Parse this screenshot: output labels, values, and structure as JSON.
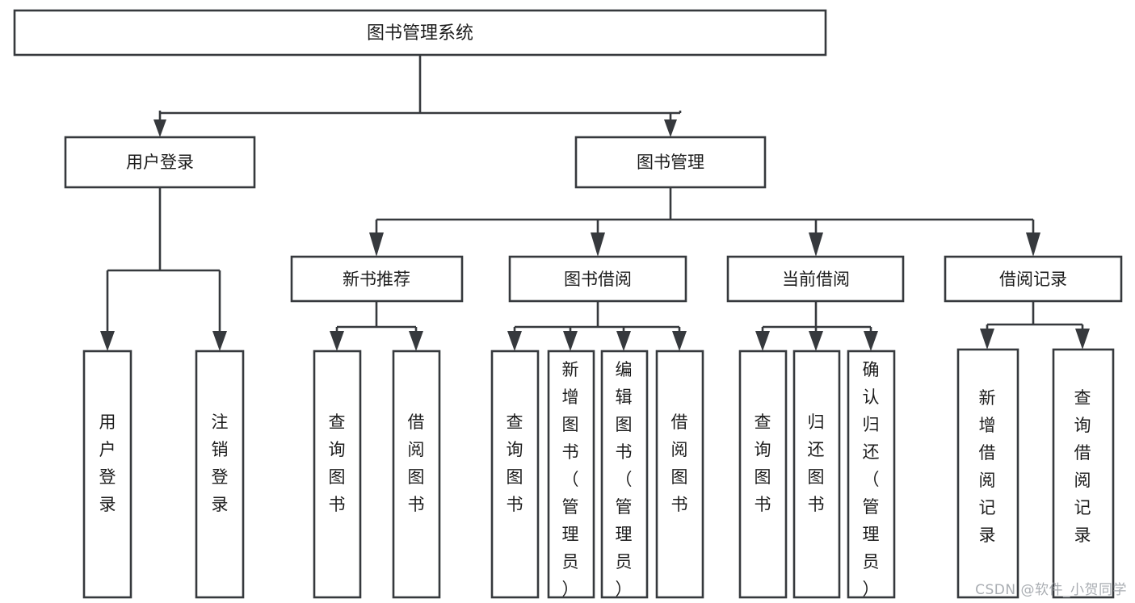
{
  "diagram": {
    "title": "图书管理系统",
    "type": "tree-hierarchy-diagram",
    "colors": {
      "stroke": "#36393d",
      "fill": "#ffffff",
      "text": "#1c1c1c",
      "watermark": "#a9adb2",
      "background": "#ffffff"
    },
    "root": {
      "label": "图书管理系统"
    },
    "level2": [
      {
        "label": "用户登录"
      },
      {
        "label": "图书管理"
      }
    ],
    "level3": [
      {
        "label": "新书推荐"
      },
      {
        "label": "图书借阅"
      },
      {
        "label": "当前借阅"
      },
      {
        "label": "借阅记录"
      }
    ],
    "leaves": {
      "user_login": [
        {
          "label": "用户登录"
        },
        {
          "label": "注销登录"
        }
      ],
      "new_books": [
        {
          "label": "查询图书"
        },
        {
          "label": "借阅图书"
        }
      ],
      "book_borrow": [
        {
          "label": "查询图书"
        },
        {
          "label": "新增图书（管理员）"
        },
        {
          "label": "编辑图书（管理员）"
        },
        {
          "label": "借阅图书"
        }
      ],
      "current_borrow": [
        {
          "label": "查询图书"
        },
        {
          "label": "归还图书"
        },
        {
          "label": "确认归还（管理员）"
        }
      ],
      "borrow_records": [
        {
          "label": "新增借阅记录"
        },
        {
          "label": "查询借阅记录"
        }
      ]
    }
  },
  "watermark": {
    "text": "CSDN @软件_小贺同学"
  }
}
